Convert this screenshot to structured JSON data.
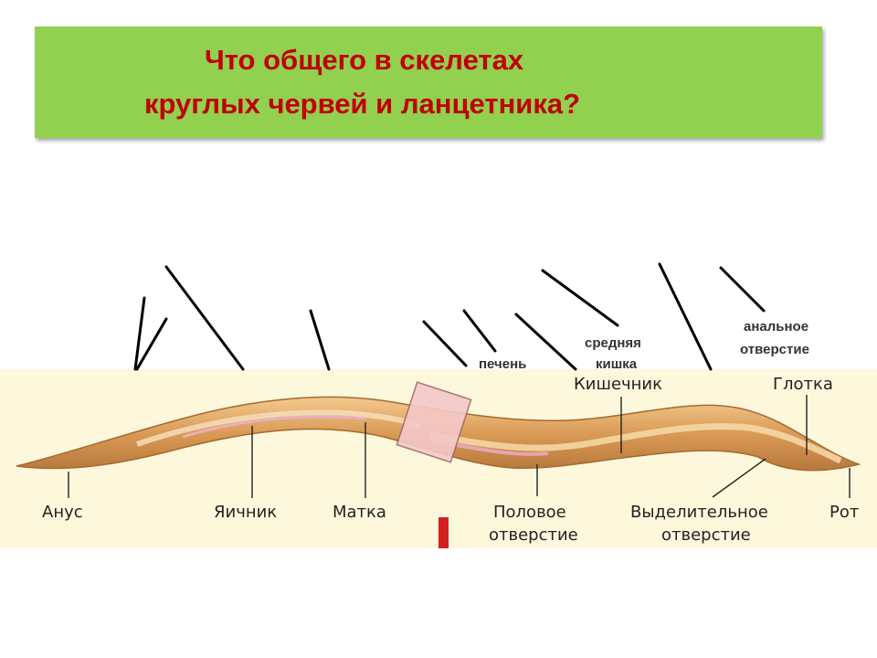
{
  "slide": {
    "title_line1": "Что  общего  в  скелетах",
    "title_line2": "круглых  червей и ланцетника?"
  },
  "overlay_labels": {
    "liver": "печень",
    "midgut_line1": "средняя",
    "midgut_line2": "кишка",
    "anal_line1": "анальное",
    "anal_line2": "отверстие"
  },
  "worm_labels": {
    "anus": "Анус",
    "ovary": "Яичник",
    "uterus": "Матка",
    "genital_line1": "Половое",
    "genital_line2": "отверстие",
    "intestine": "Кишечник",
    "excretory_line1": "Выделительное",
    "excretory_line2": "отверстие",
    "pharynx": "Глотка",
    "mouth": "Рот"
  },
  "colors": {
    "title_bg": "#92d050",
    "title_text": "#c00000",
    "panel_bg": "#fdf8dc",
    "worm_body": "#d99a55",
    "marker_red": "#d42020"
  }
}
